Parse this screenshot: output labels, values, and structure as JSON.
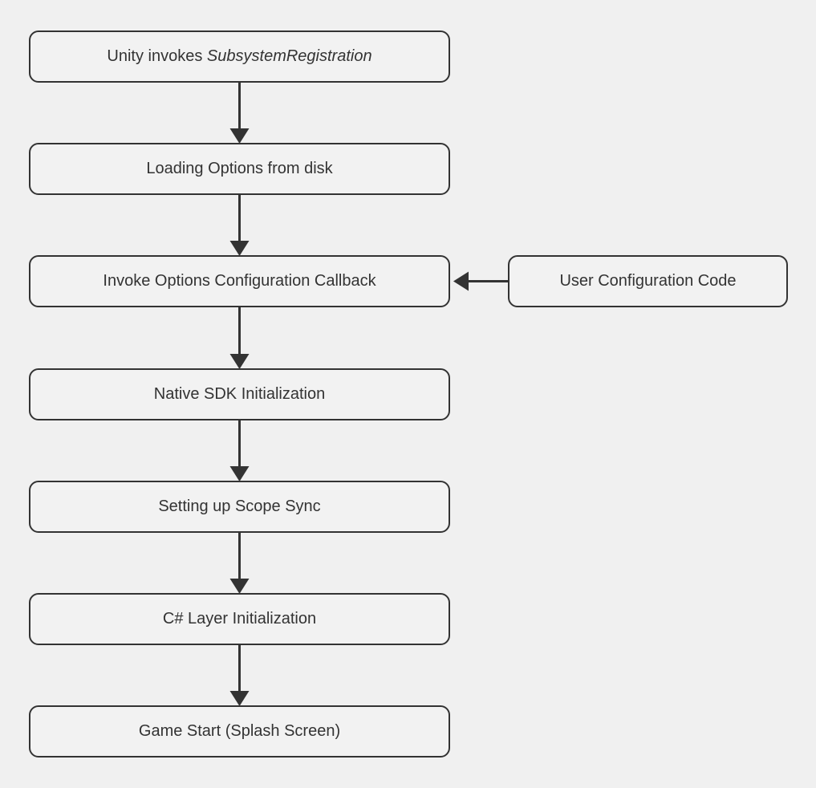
{
  "diagram": {
    "type": "flowchart",
    "direction": "top-down",
    "colors": {
      "background": "#f0f0f0",
      "node_fill": "#f2f2f2",
      "node_border": "#333333",
      "text": "#333333",
      "arrow": "#333333"
    },
    "nodes": [
      {
        "id": "unity-invokes",
        "label_prefix": "Unity invokes ",
        "label_italic": "SubsystemRegistration"
      },
      {
        "id": "loading-options",
        "label": "Loading Options from disk"
      },
      {
        "id": "invoke-callback",
        "label": "Invoke Options Configuration Callback"
      },
      {
        "id": "user-config",
        "label": "User Configuration Code"
      },
      {
        "id": "native-sdk",
        "label": "Native SDK Initialization"
      },
      {
        "id": "scope-sync",
        "label": "Setting up Scope Sync"
      },
      {
        "id": "csharp-layer",
        "label": "C# Layer Initialization"
      },
      {
        "id": "game-start",
        "label": "Game Start (Splash Screen)"
      }
    ],
    "edges": [
      {
        "from": "unity-invokes",
        "to": "loading-options"
      },
      {
        "from": "loading-options",
        "to": "invoke-callback"
      },
      {
        "from": "user-config",
        "to": "invoke-callback"
      },
      {
        "from": "invoke-callback",
        "to": "native-sdk"
      },
      {
        "from": "native-sdk",
        "to": "scope-sync"
      },
      {
        "from": "scope-sync",
        "to": "csharp-layer"
      },
      {
        "from": "csharp-layer",
        "to": "game-start"
      }
    ]
  }
}
